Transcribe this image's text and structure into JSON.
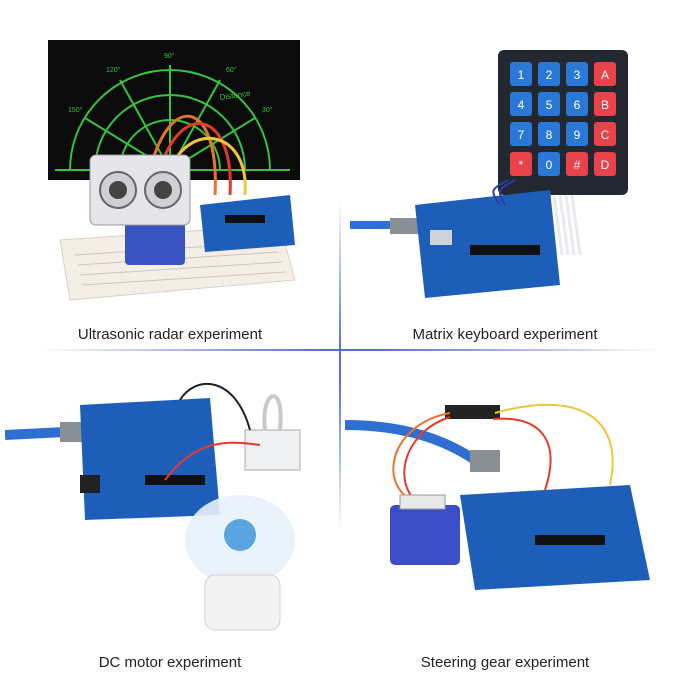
{
  "captions": {
    "radar": "Ultrasonic radar experiment",
    "keyboard": "Matrix keyboard experiment",
    "motor": "DC motor experiment",
    "servo": "Steering gear experiment"
  },
  "radar_screen": {
    "angles": [
      "30°",
      "60°",
      "90°",
      "120°",
      "150°"
    ],
    "overlay_text": "Distance"
  },
  "keypad": {
    "keys": [
      "1",
      "2",
      "3",
      "A",
      "4",
      "5",
      "6",
      "B",
      "7",
      "8",
      "9",
      "C",
      "*",
      "0",
      "#",
      "D"
    ]
  },
  "colors": {
    "board_blue": "#1d5fb8",
    "radar_green": "#37c23f",
    "keypad_red": "#e8424a",
    "keypad_blue": "#2a78d6",
    "divider": "#3c5ac8"
  }
}
